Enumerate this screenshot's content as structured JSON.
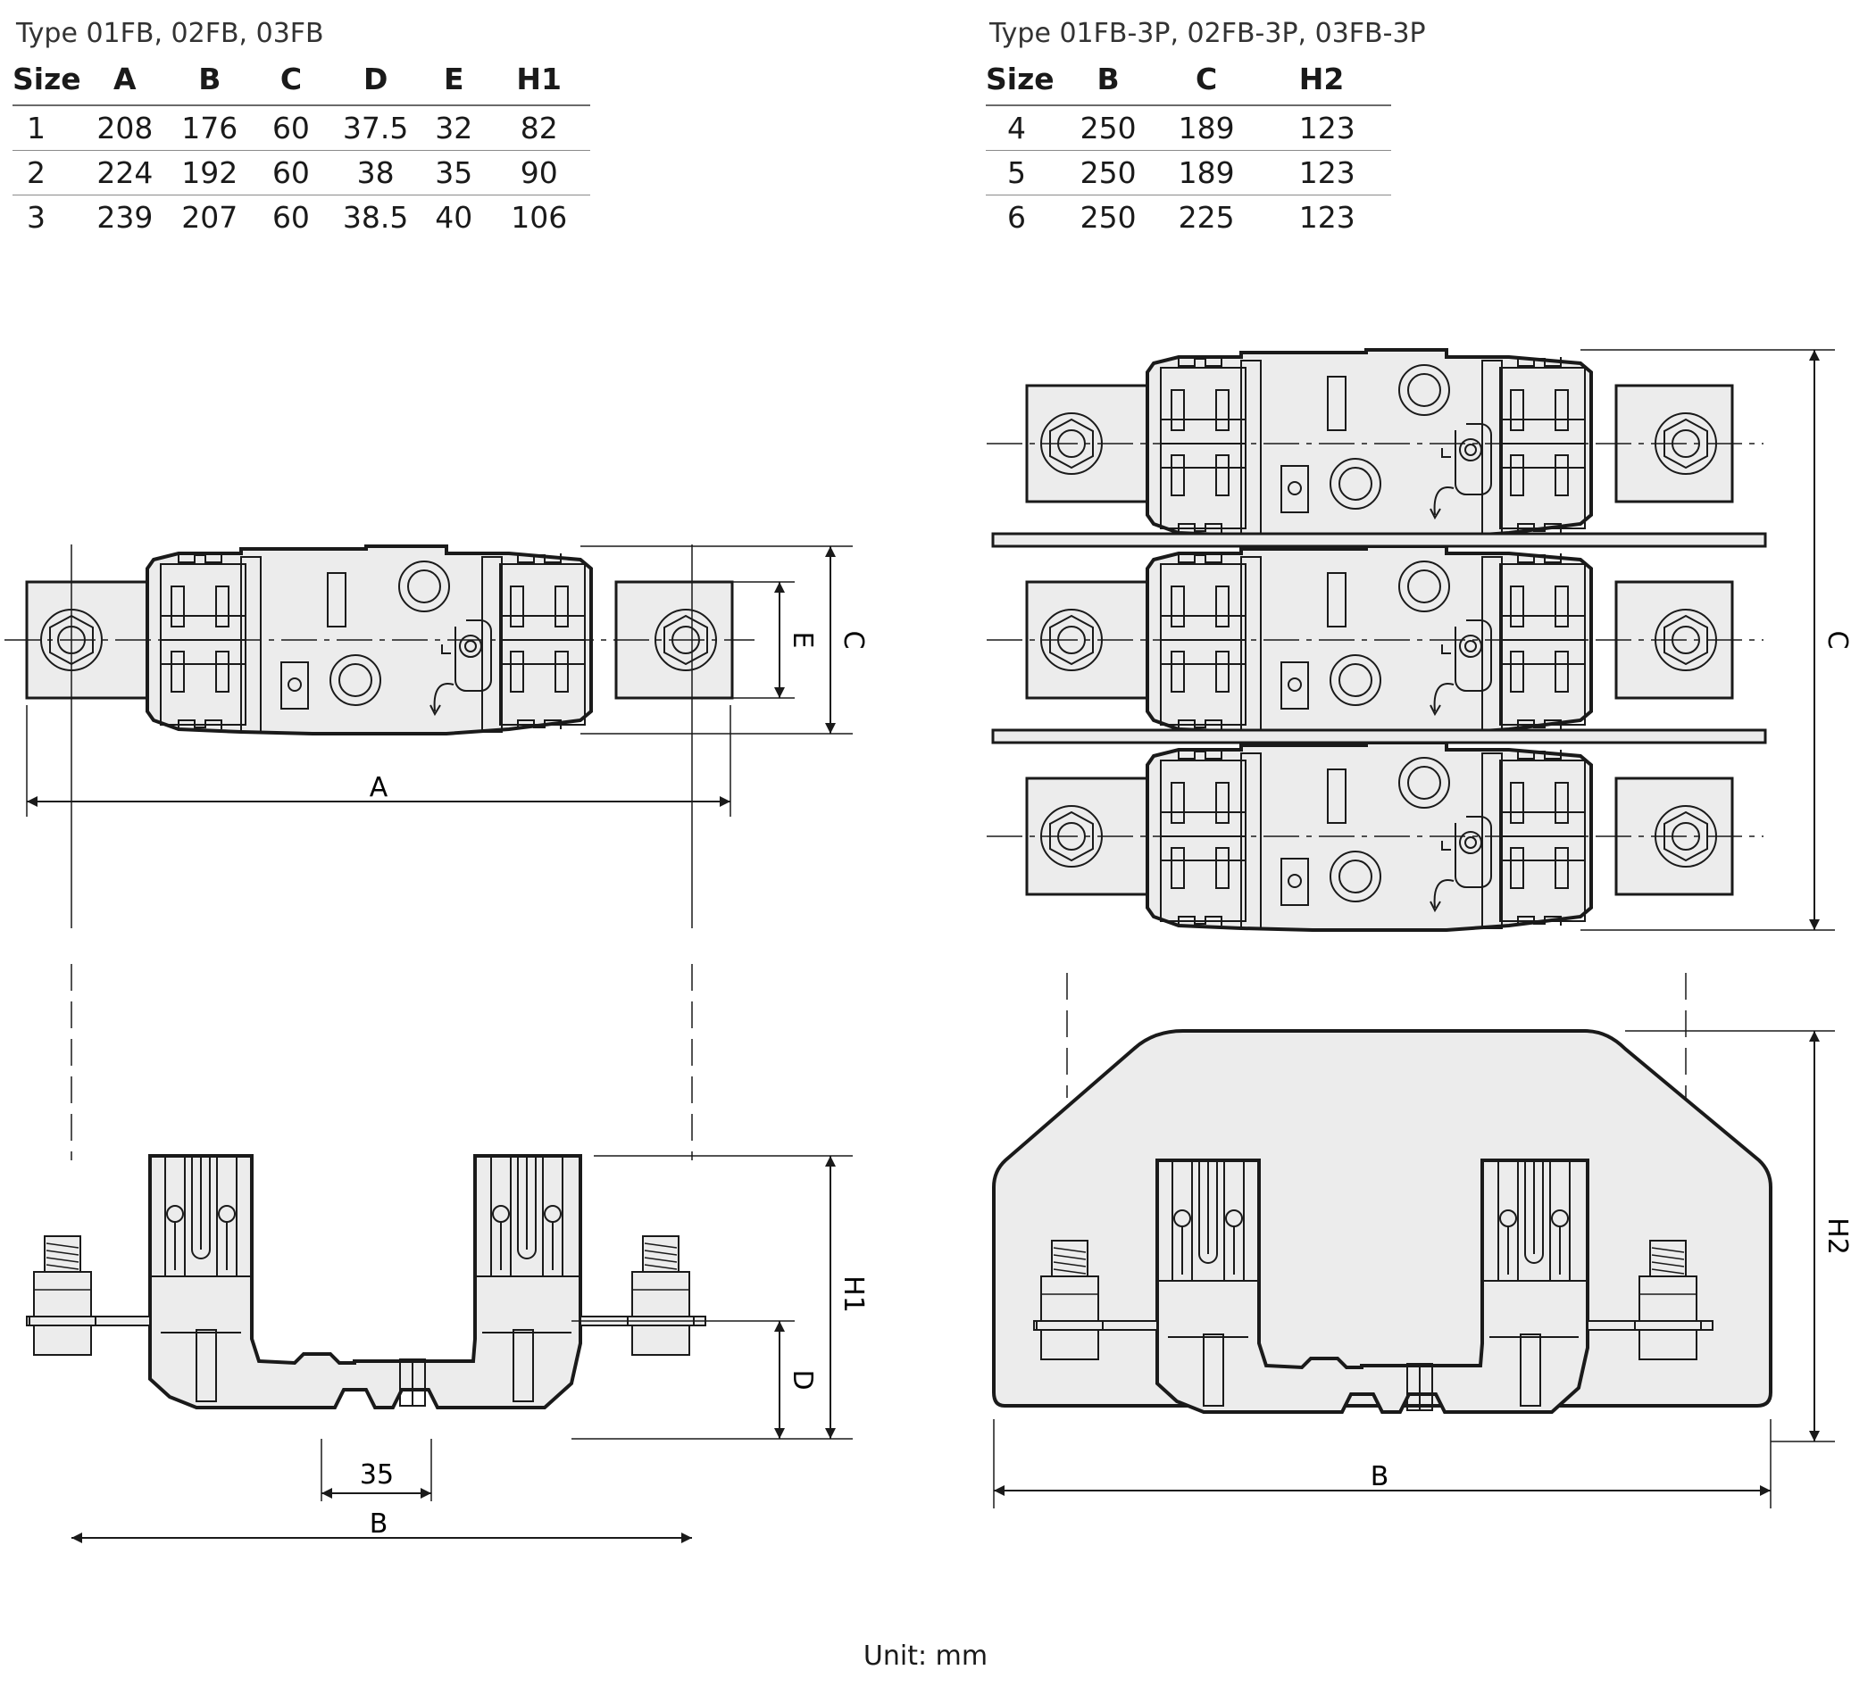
{
  "tables": [
    {
      "title": "Type 01FB, 02FB, 03FB",
      "headers": [
        "Size",
        "A",
        "B",
        "C",
        "D",
        "E",
        "H1"
      ],
      "rows": [
        [
          "1",
          "208",
          "176",
          "60",
          "37.5",
          "32",
          "82"
        ],
        [
          "2",
          "224",
          "192",
          "60",
          "38",
          "35",
          "90"
        ],
        [
          "3",
          "239",
          "207",
          "60",
          "38.5",
          "40",
          "106"
        ]
      ]
    },
    {
      "title": "Type 01FB-3P, 02FB-3P, 03FB-3P",
      "headers": [
        "Size",
        "B",
        "C",
        "H2"
      ],
      "rows": [
        [
          "4",
          "250",
          "189",
          "123"
        ],
        [
          "5",
          "250",
          "189",
          "123"
        ],
        [
          "6",
          "250",
          "225",
          "123"
        ]
      ]
    }
  ],
  "dimensions": {
    "left_top": {
      "A": "A",
      "C": "C",
      "E": "E"
    },
    "left_side": {
      "H1": "H1",
      "D": "D",
      "B": "B",
      "slot": "35"
    },
    "right_top": {
      "C": "C"
    },
    "right_side": {
      "H2": "H2",
      "B": "B"
    }
  },
  "footer": {
    "unit": "Unit: mm"
  },
  "colors": {
    "fill": "#ececec",
    "line": "#1a1a1a"
  }
}
